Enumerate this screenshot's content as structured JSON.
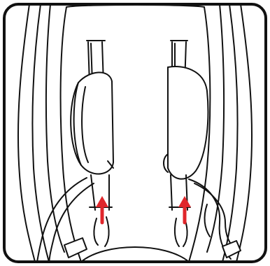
{
  "illustration": {
    "subject": "car-seat-shoulder-harness-threading",
    "line_color": "#111111",
    "fill_color": "#ffffff",
    "arrow_color": "#e0262b",
    "arrow_direction": "up",
    "arrow_count": 2
  }
}
